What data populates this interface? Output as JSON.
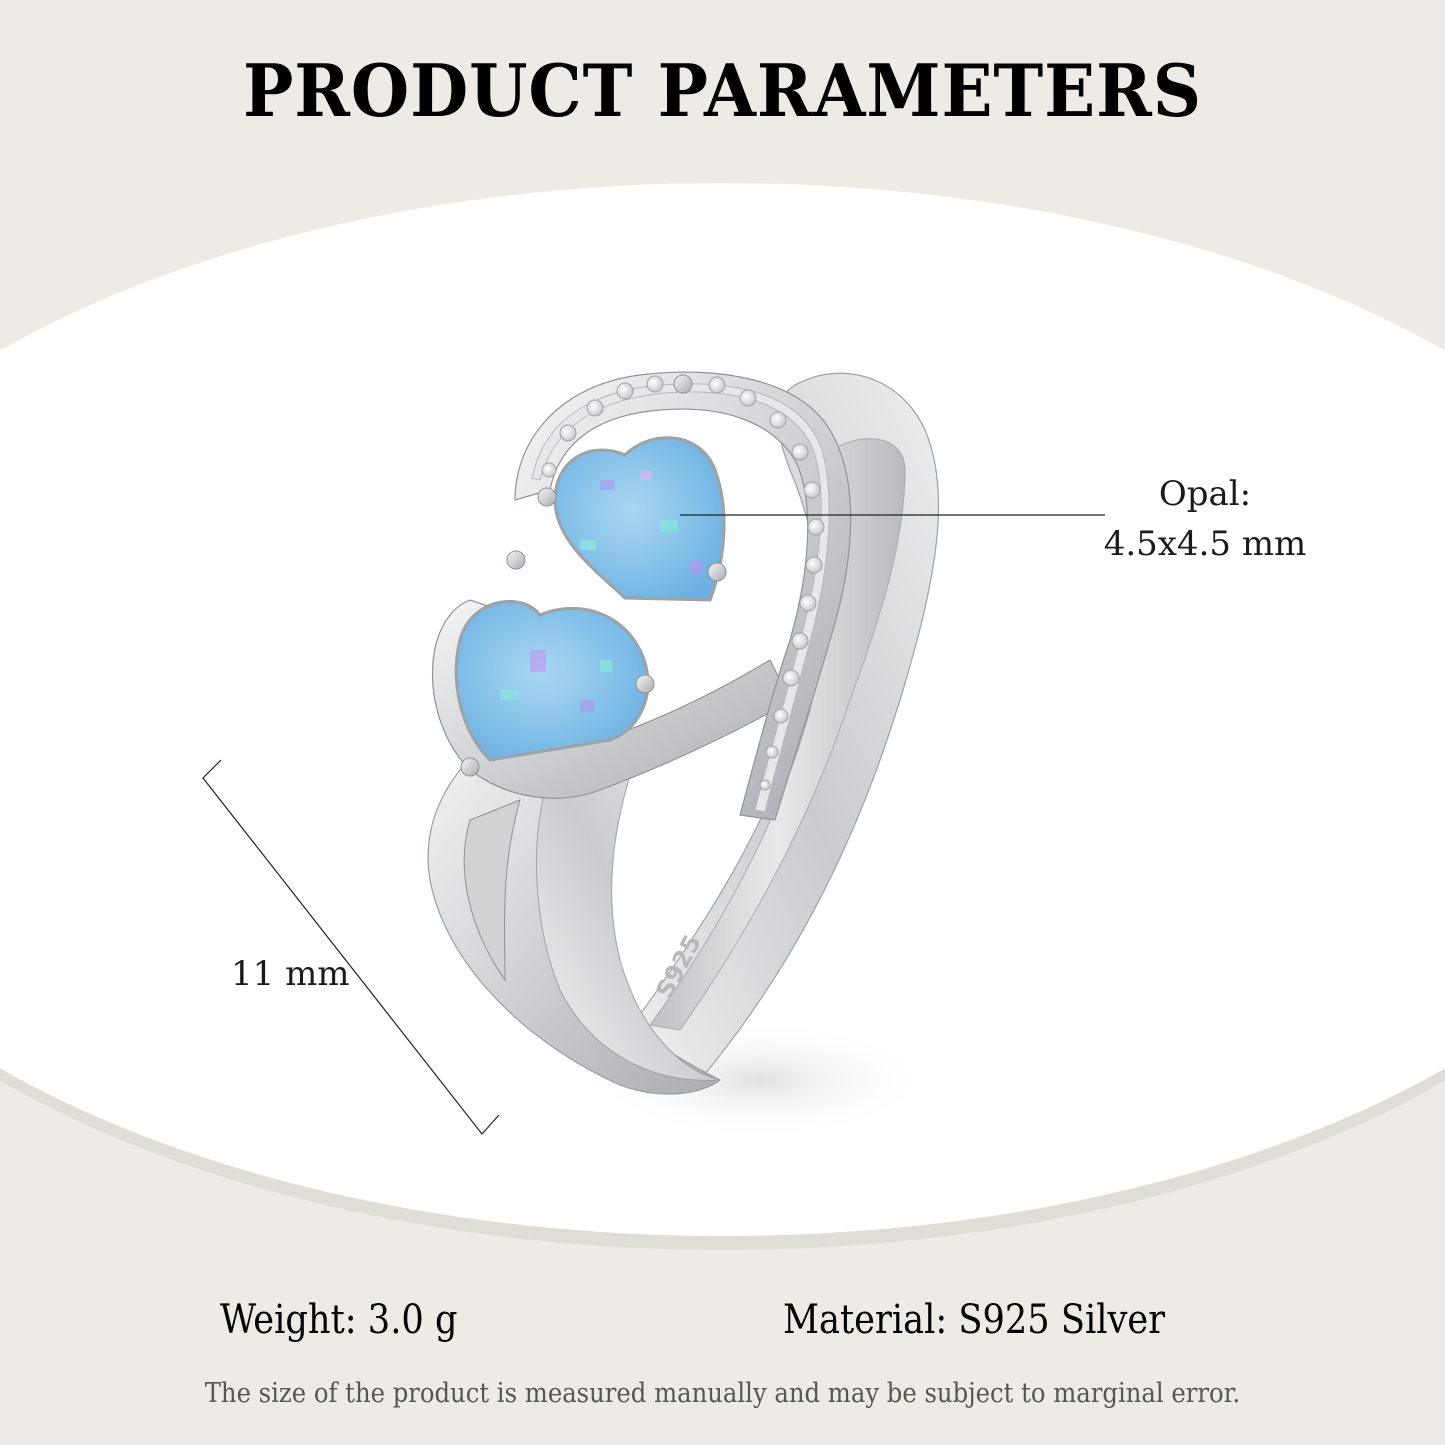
{
  "header": {
    "title": "PRODUCT PARAMETERS"
  },
  "product": {
    "type": "ring",
    "stones": "two heart-shaped blue opals with cubic zirconia pavé accent",
    "stamp": "S925"
  },
  "annotations": {
    "opal": {
      "label": "Opal:",
      "value": "4.5x4.5 mm"
    },
    "band_width": {
      "value": "11 mm"
    }
  },
  "specs": {
    "weight": "Weight: 3.0 g",
    "material": "Material: S925 Silver"
  },
  "footer": {
    "disclaimer": "The size of the product is measured manually and may be subject to marginal error."
  },
  "colors": {
    "background": "#eeebe6",
    "oval": "#ffffff",
    "oval_shadow": "#e0dcd6",
    "opal": "#8cc6ea",
    "silver": "#d6d8da",
    "text": "#000000",
    "disclaimer_text": "#555555"
  }
}
